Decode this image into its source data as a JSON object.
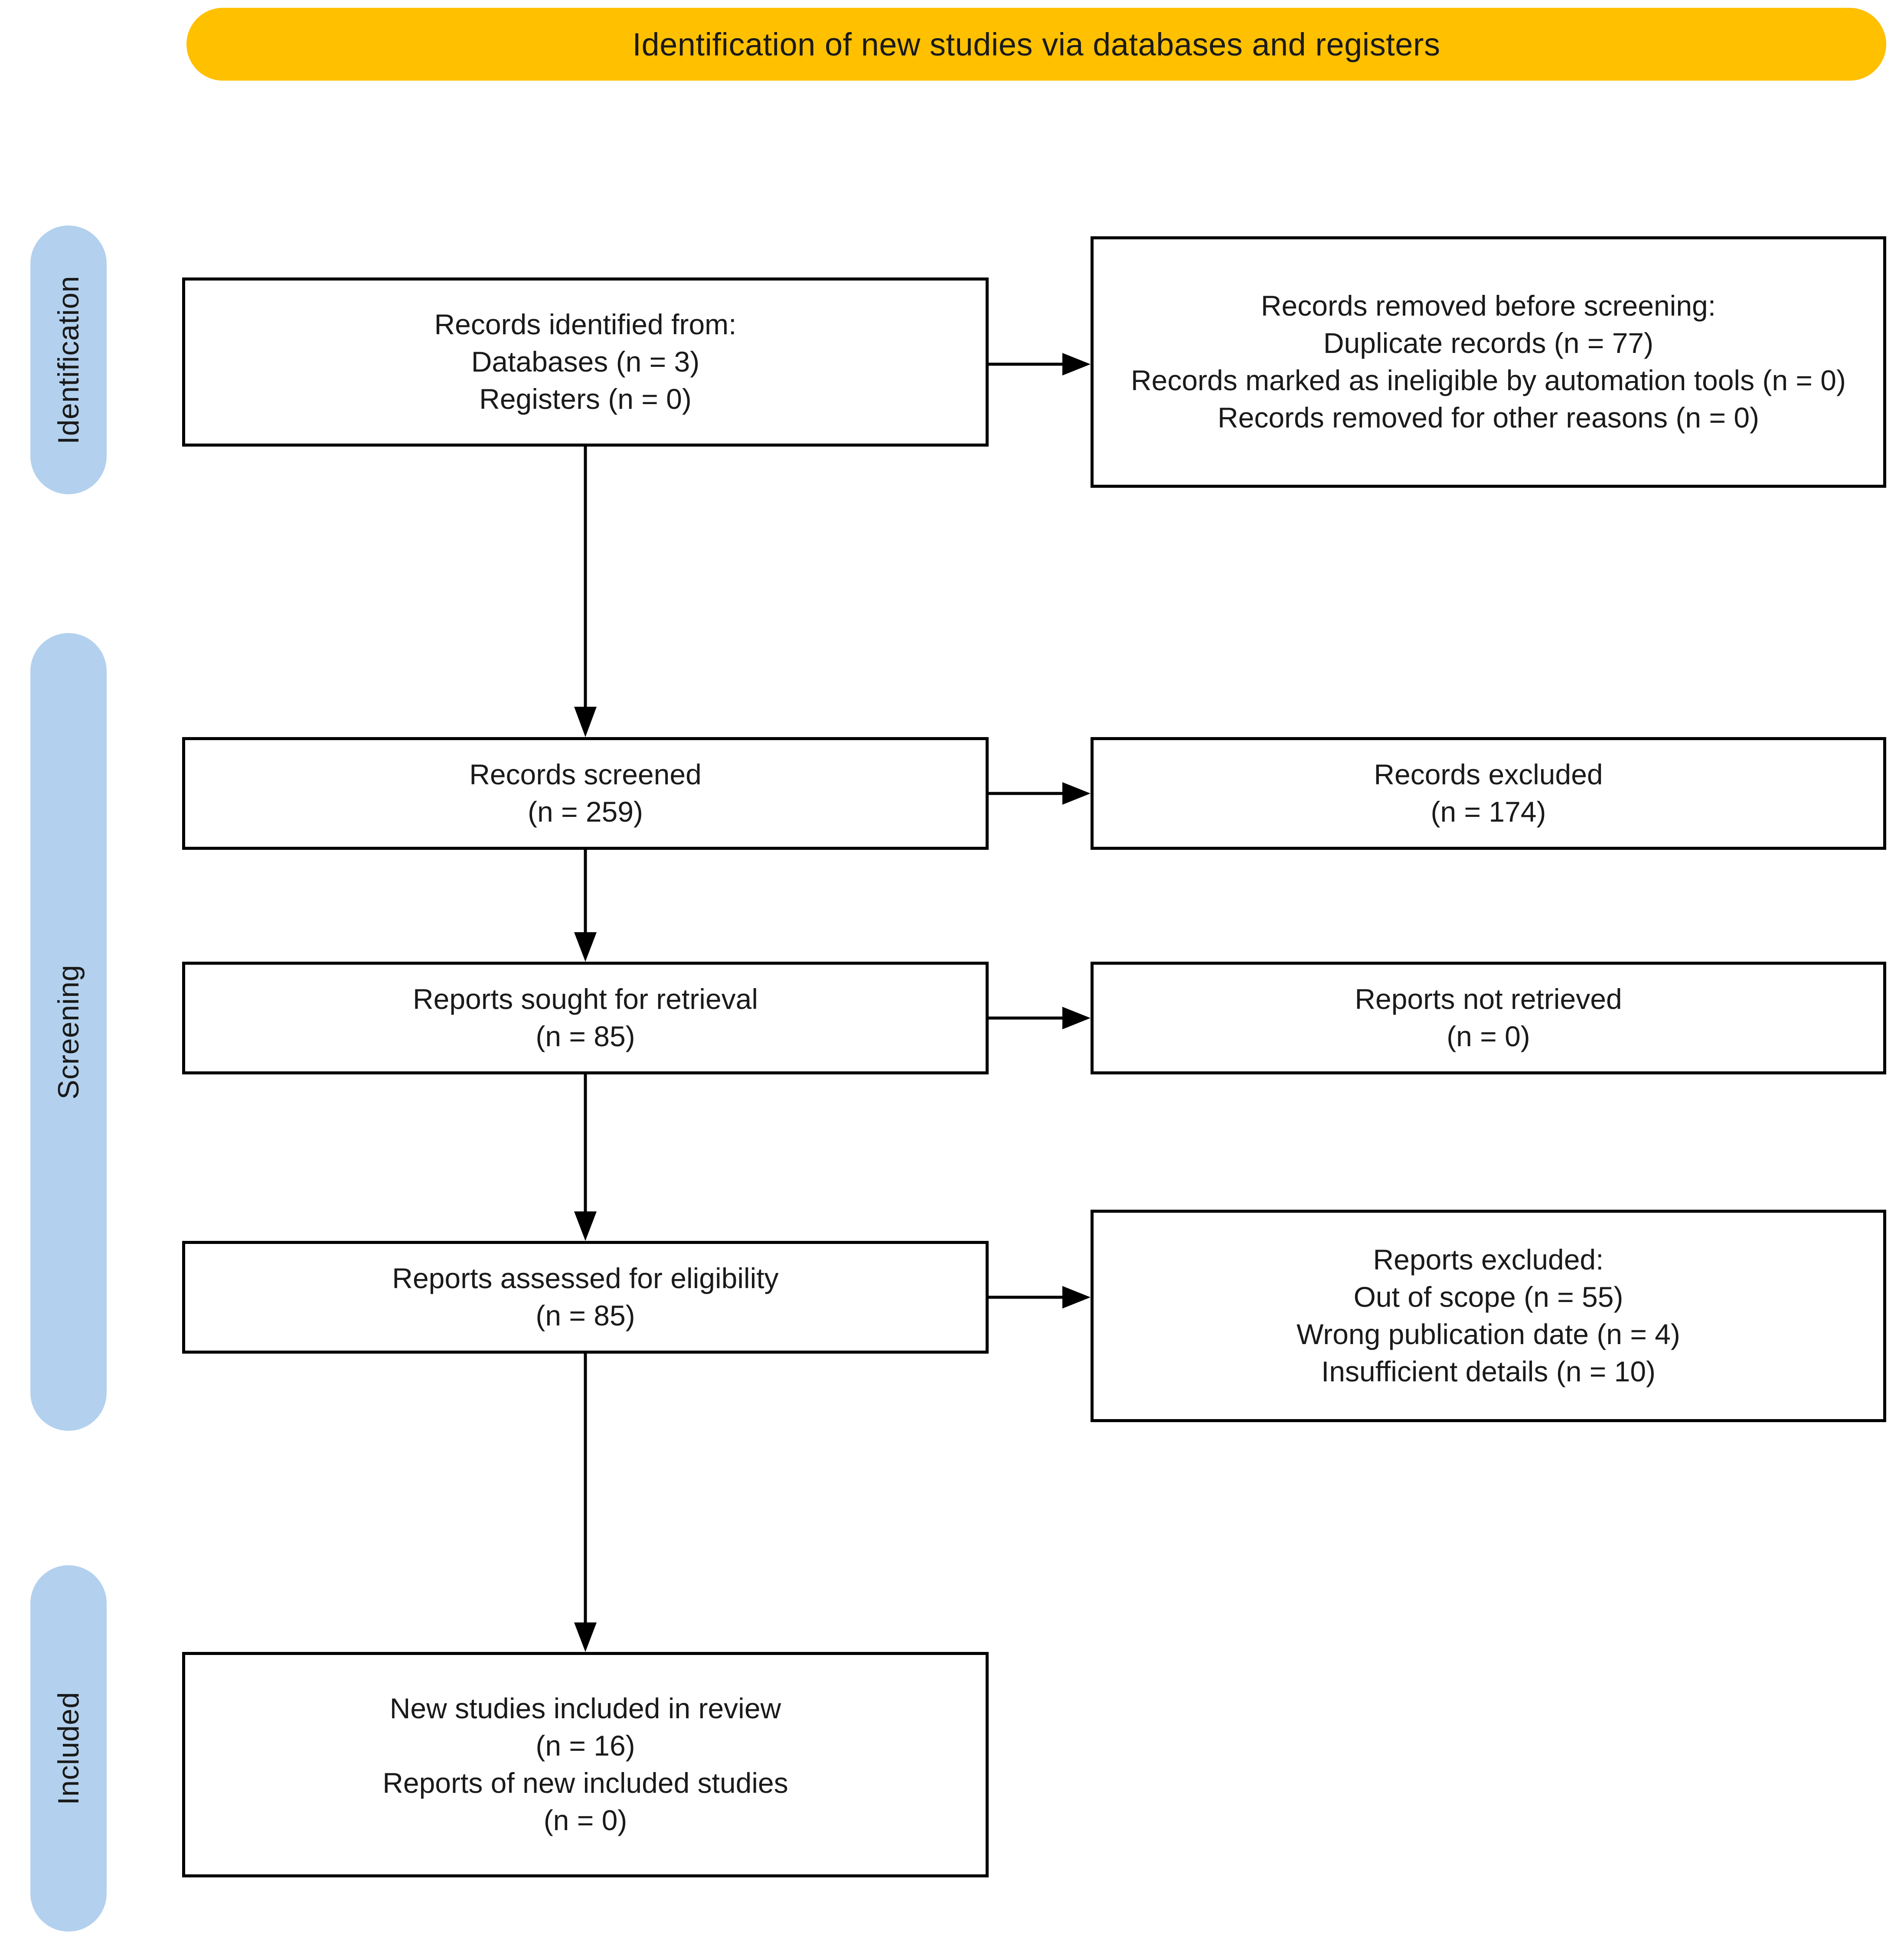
{
  "banner": {
    "title": "Identification of new studies via databases and registers",
    "color": "#FFC000"
  },
  "stages": {
    "color": "#B3D1EE",
    "identification": "Identification",
    "screening": "Screening",
    "included": "Included"
  },
  "boxes": {
    "identified": {
      "line1": "Records identified from:",
      "line2": "Databases (n = 3)",
      "line3": "Registers (n = 0)"
    },
    "removed": {
      "line1": "Records removed before screening:",
      "line2": "Duplicate records (n = 77)",
      "line3": "Records marked as ineligible by automation tools (n = 0)",
      "line4": "Records removed for other reasons (n = 0)"
    },
    "screened": {
      "line1": "Records screened",
      "line2": "(n = 259)"
    },
    "records_excluded": {
      "line1": "Records excluded",
      "line2": "(n = 174)"
    },
    "sought": {
      "line1": "Reports sought for retrieval",
      "line2": "(n = 85)"
    },
    "not_retrieved": {
      "line1": "Reports not retrieved",
      "line2": "(n = 0)"
    },
    "assessed": {
      "line1": "Reports assessed for eligibility",
      "line2": "(n = 85)"
    },
    "reports_excluded": {
      "line1": "Reports excluded:",
      "line2": "Out of scope (n = 55)",
      "line3": "Wrong publication date (n = 4)",
      "line4": "Insufficient details (n = 10)"
    },
    "included": {
      "line1": "New studies included in review",
      "line2": "(n = 16)",
      "line3": "Reports of new included studies",
      "line4": "(n = 0)"
    }
  },
  "chart_data": {
    "type": "diagram",
    "title": "Identification of new studies via databases and registers",
    "stages": [
      "Identification",
      "Screening",
      "Included"
    ],
    "nodes": [
      {
        "id": "identified",
        "stage": "Identification",
        "label": "Records identified from: Databases (n = 3), Registers (n = 0)",
        "n": 3
      },
      {
        "id": "removed",
        "stage": "Identification",
        "label": "Records removed before screening",
        "duplicate_records": 77,
        "ineligible_by_automation_tools": 0,
        "removed_other_reasons": 0
      },
      {
        "id": "screened",
        "stage": "Screening",
        "label": "Records screened",
        "n": 259
      },
      {
        "id": "records_excluded",
        "stage": "Screening",
        "label": "Records excluded",
        "n": 174
      },
      {
        "id": "sought",
        "stage": "Screening",
        "label": "Reports sought for retrieval",
        "n": 85
      },
      {
        "id": "not_retrieved",
        "stage": "Screening",
        "label": "Reports not retrieved",
        "n": 0
      },
      {
        "id": "assessed",
        "stage": "Screening",
        "label": "Reports assessed for eligibility",
        "n": 85
      },
      {
        "id": "reports_excluded",
        "stage": "Screening",
        "label": "Reports excluded",
        "out_of_scope": 55,
        "wrong_publication_date": 4,
        "insufficient_details": 10
      },
      {
        "id": "included",
        "stage": "Included",
        "label": "New studies included in review",
        "n": 16,
        "reports_of_new_included_studies": 0
      }
    ],
    "edges": [
      {
        "from": "identified",
        "to": "removed",
        "direction": "right"
      },
      {
        "from": "identified",
        "to": "screened",
        "direction": "down"
      },
      {
        "from": "screened",
        "to": "records_excluded",
        "direction": "right"
      },
      {
        "from": "screened",
        "to": "sought",
        "direction": "down"
      },
      {
        "from": "sought",
        "to": "not_retrieved",
        "direction": "right"
      },
      {
        "from": "sought",
        "to": "assessed",
        "direction": "down"
      },
      {
        "from": "assessed",
        "to": "reports_excluded",
        "direction": "right"
      },
      {
        "from": "assessed",
        "to": "included",
        "direction": "down"
      }
    ]
  }
}
